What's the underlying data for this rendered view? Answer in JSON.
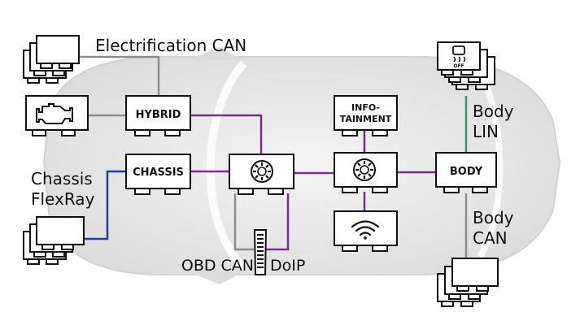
{
  "labels": {
    "electrification_can": "Electrification CAN",
    "chassis_flexray_line1": "Chassis",
    "chassis_flexray_line2": "FlexRay",
    "body_lin_line1": "Body",
    "body_lin_line2": "LIN",
    "body_can_line1": "Body",
    "body_can_line2": "CAN",
    "obd_can": "OBD CAN",
    "doip": "DoIP"
  },
  "ecus": {
    "hybrid": "HYBRID",
    "chassis": "CHASSIS",
    "body": "BODY",
    "infotainment_line1": "INFO-",
    "infotainment_line2": "TAINMENT"
  },
  "icons": {
    "esc_off_label": "OFF",
    "engine": "engine-icon",
    "gateway": "gateway-icon",
    "wifi": "wifi-icon",
    "traction": "traction-control-off-icon",
    "obd": "obd-connector-icon"
  },
  "colors": {
    "ethernet": "#7b2d8e",
    "can": "#8c8c8c",
    "flexray": "#1f3f9a",
    "lin": "#2e9a6e",
    "ecu_border": "#111111",
    "car_body": "#e8e8e8"
  }
}
